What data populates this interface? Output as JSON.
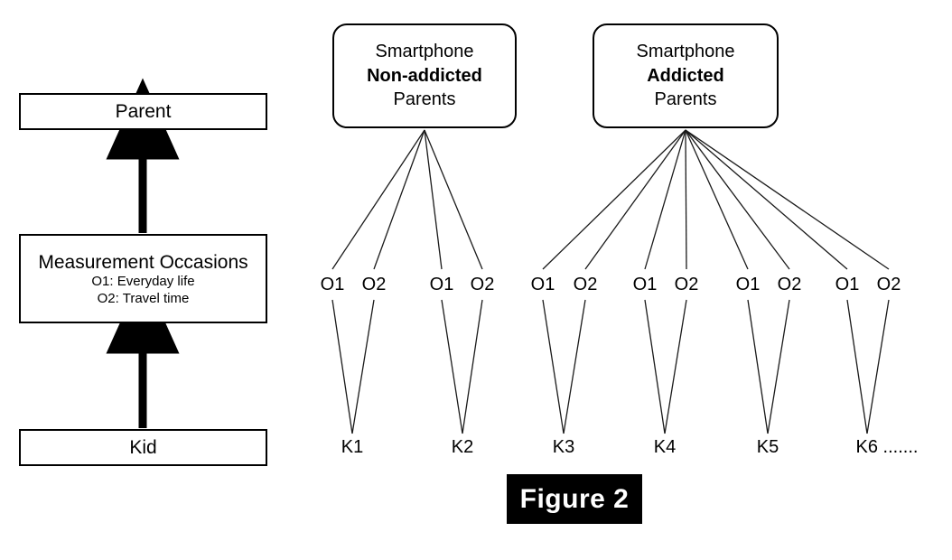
{
  "figure": {
    "caption": "Figure 2",
    "caption_bg": "#000000",
    "caption_fg": "#ffffff"
  },
  "legend_column": {
    "parent_box": {
      "title": "Parent"
    },
    "measurement_box": {
      "title": "Measurement Occasions",
      "line1": "O1: Everyday life",
      "line2": "O2: Travel time"
    },
    "kid_box": {
      "title": "Kid"
    }
  },
  "groups": [
    {
      "line1": "Smartphone",
      "line2": "Non-addicted",
      "line3": "Parents",
      "occasion_labels": [
        "O1",
        "O2",
        "O1",
        "O2"
      ],
      "kid_labels": [
        "K1",
        "K2"
      ]
    },
    {
      "line1": "Smartphone",
      "line2": "Addicted",
      "line3": "Parents",
      "occasion_labels": [
        "O1",
        "O2",
        "O1",
        "O2",
        "O1",
        "O2",
        "O1",
        "O2"
      ],
      "kid_labels": [
        "K3",
        "K4",
        "K5",
        "K6 ......."
      ]
    }
  ],
  "colors": {
    "stroke": "#000000",
    "background": "#ffffff"
  }
}
